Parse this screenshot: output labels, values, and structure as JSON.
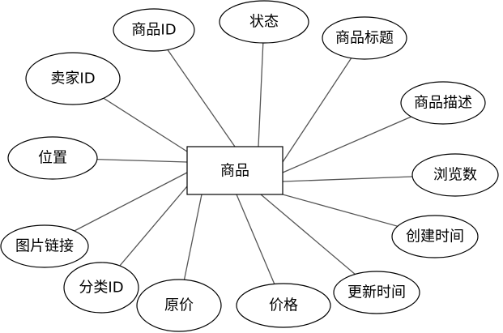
{
  "entity": {
    "label": "商品"
  },
  "attributes": [
    {
      "key": "product_id",
      "label": "商品ID"
    },
    {
      "key": "status",
      "label": "状态"
    },
    {
      "key": "title",
      "label": "商品标题"
    },
    {
      "key": "description",
      "label": "商品描述"
    },
    {
      "key": "views",
      "label": "浏览数"
    },
    {
      "key": "created_time",
      "label": "创建时间"
    },
    {
      "key": "updated_time",
      "label": "更新时间"
    },
    {
      "key": "price",
      "label": "价格"
    },
    {
      "key": "original_price",
      "label": "原价"
    },
    {
      "key": "category_id",
      "label": "分类ID"
    },
    {
      "key": "image_link",
      "label": "图片链接"
    },
    {
      "key": "location",
      "label": "位置"
    },
    {
      "key": "seller_id",
      "label": "卖家ID"
    }
  ]
}
